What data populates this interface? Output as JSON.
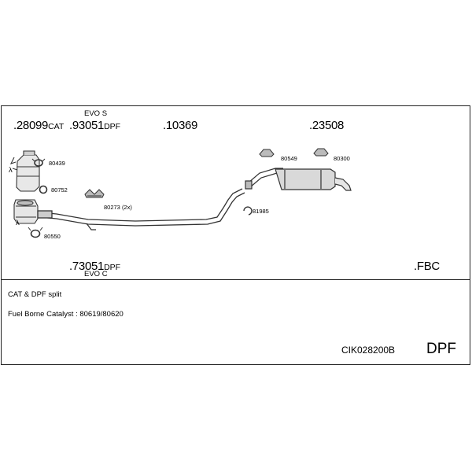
{
  "kit": {
    "code": "CIK028200B",
    "type": "DPF"
  },
  "top_parts": [
    {
      "number": ".28099",
      "suffix": "CAT",
      "variant": ""
    },
    {
      "number": ".93051",
      "suffix": "DPF",
      "variant": "EVO S"
    },
    {
      "number": ".10369",
      "suffix": "",
      "variant": ""
    },
    {
      "number": ".23508",
      "suffix": "",
      "variant": ""
    }
  ],
  "bottom_parts": [
    {
      "number": ".73051",
      "suffix": "DPF",
      "variant": "EVO C"
    },
    {
      "number": ".FBC",
      "suffix": "",
      "variant": ""
    }
  ],
  "callouts": {
    "c80439": "80439",
    "c80752": "80752",
    "c80550": "80550",
    "c80273": "80273 (2x)",
    "c80549": "80549",
    "c80300": "80300",
    "c81985": "81985",
    "lambda_top": "λ",
    "lambda_bottom": "λ"
  },
  "notes": [
    "CAT & DPF split",
    "Fuel Borne Catalyst : 80619/80620"
  ]
}
